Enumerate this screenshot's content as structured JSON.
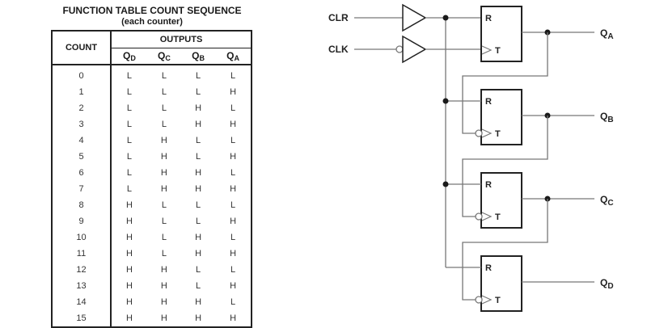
{
  "table": {
    "title": "FUNCTION TABLE COUNT SEQUENCE",
    "subtitle": "(each counter)",
    "count_header": "COUNT",
    "outputs_header": "OUTPUTS",
    "columns": [
      {
        "base": "Q",
        "sub": "D"
      },
      {
        "base": "Q",
        "sub": "C"
      },
      {
        "base": "Q",
        "sub": "B"
      },
      {
        "base": "Q",
        "sub": "A"
      }
    ],
    "rows": [
      {
        "count": "0",
        "qd": "L",
        "qc": "L",
        "qb": "L",
        "qa": "L"
      },
      {
        "count": "1",
        "qd": "L",
        "qc": "L",
        "qb": "L",
        "qa": "H"
      },
      {
        "count": "2",
        "qd": "L",
        "qc": "L",
        "qb": "H",
        "qa": "L"
      },
      {
        "count": "3",
        "qd": "L",
        "qc": "L",
        "qb": "H",
        "qa": "H"
      },
      {
        "count": "4",
        "qd": "L",
        "qc": "H",
        "qb": "L",
        "qa": "L"
      },
      {
        "count": "5",
        "qd": "L",
        "qc": "H",
        "qb": "L",
        "qa": "H"
      },
      {
        "count": "6",
        "qd": "L",
        "qc": "H",
        "qb": "H",
        "qa": "L"
      },
      {
        "count": "7",
        "qd": "L",
        "qc": "H",
        "qb": "H",
        "qa": "H"
      },
      {
        "count": "8",
        "qd": "H",
        "qc": "L",
        "qb": "L",
        "qa": "L"
      },
      {
        "count": "9",
        "qd": "H",
        "qc": "L",
        "qb": "L",
        "qa": "H"
      },
      {
        "count": "10",
        "qd": "H",
        "qc": "L",
        "qb": "H",
        "qa": "L"
      },
      {
        "count": "11",
        "qd": "H",
        "qc": "L",
        "qb": "H",
        "qa": "H"
      },
      {
        "count": "12",
        "qd": "H",
        "qc": "H",
        "qb": "L",
        "qa": "L"
      },
      {
        "count": "13",
        "qd": "H",
        "qc": "H",
        "qb": "L",
        "qa": "H"
      },
      {
        "count": "14",
        "qd": "H",
        "qc": "H",
        "qb": "H",
        "qa": "L"
      },
      {
        "count": "15",
        "qd": "H",
        "qc": "H",
        "qb": "H",
        "qa": "H"
      }
    ]
  },
  "circuit": {
    "inputs": {
      "clr": "CLR",
      "clk": "CLK"
    },
    "flipflop_pins": {
      "reset": "R",
      "toggle": "T"
    },
    "outputs": [
      {
        "base": "Q",
        "sub": "A"
      },
      {
        "base": "Q",
        "sub": "B"
      },
      {
        "base": "Q",
        "sub": "C"
      },
      {
        "base": "Q",
        "sub": "D"
      }
    ],
    "colors": {
      "wire": "#777777",
      "box": "#222222",
      "dot": "#1a1a1a"
    }
  }
}
